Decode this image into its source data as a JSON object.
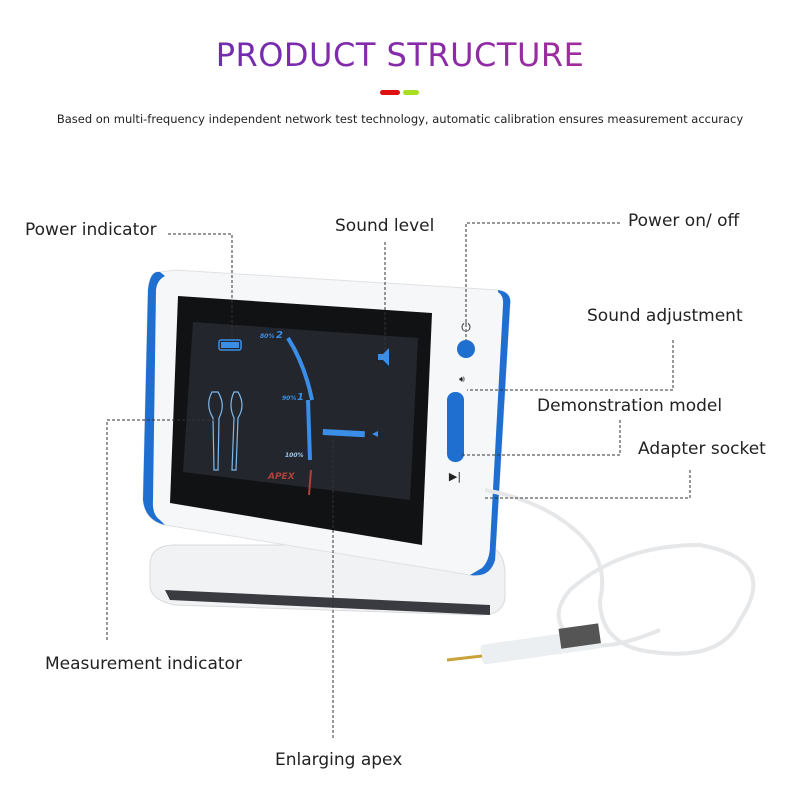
{
  "header": {
    "title": "PRODUCT STRUCTURE",
    "subtitle": "Based on multi-frequency independent network test technology, automatic calibration ensures measurement accuracy",
    "accent_colors": [
      "#e01010",
      "#a8e020"
    ]
  },
  "labels": {
    "power_indicator": "Power indicator",
    "sound_level": "Sound level",
    "power_on_off": "Power on/ off",
    "sound_adjustment": "Sound adjustment",
    "demonstration_model": "Demonstration model",
    "adapter_socket": "Adapter socket",
    "measurement_indicator": "Measurement indicator",
    "enlarging_apex": "Enlarging apex"
  },
  "screen": {
    "mark_2": "80%",
    "mark_2_num": "2",
    "mark_1": "90%",
    "mark_1_num": "1",
    "mark_100": "100%",
    "apex": "APEX",
    "battery_level": 1.0
  },
  "colors": {
    "device_blue": "#1e6fd0",
    "screen_blue": "#3a8ee8",
    "apex_red": "#b0403a"
  }
}
